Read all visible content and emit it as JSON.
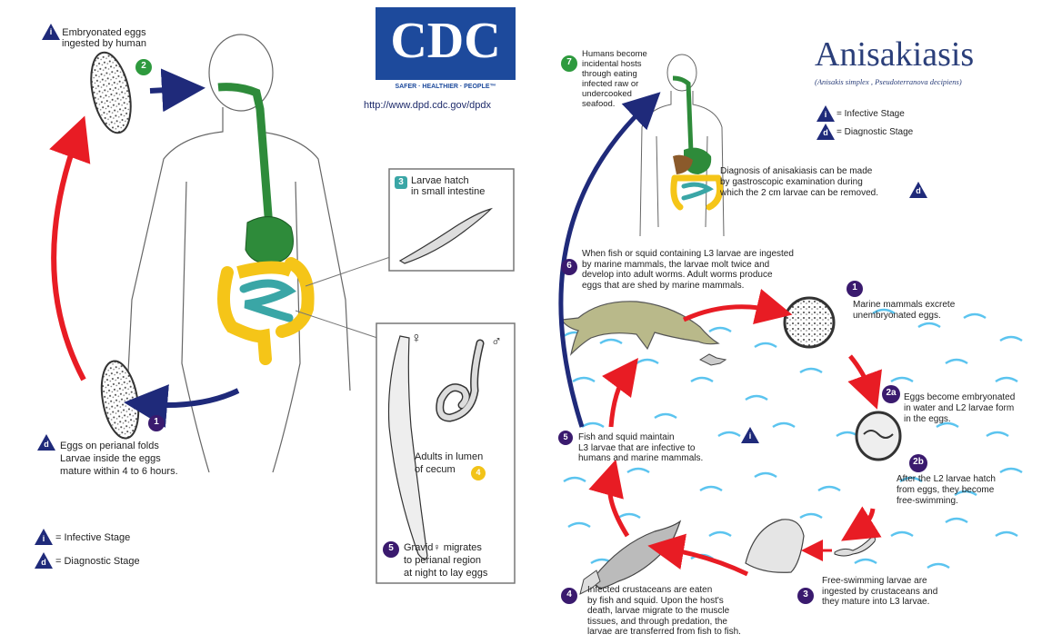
{
  "colors": {
    "red_arrow": "#e81c24",
    "blue_arrow": "#1f2a7a",
    "green_gut": "#2e8b3a",
    "yellow_gut": "#f5c518",
    "teal_gut": "#3aa6a6",
    "step_green": "#2e9a3e",
    "step_yellow": "#f2c318",
    "step_purple": "#3a1a6e",
    "title_navy": "#2b3f7a",
    "cdc_blue": "#1d4a9c"
  },
  "cdc_logo": {
    "text": "CDC",
    "tagline": "SAFER · HEALTHIER · PEOPLE™"
  },
  "url": "http://www.dpd.cdc.gov/dpdx",
  "left": {
    "step_i_badge": "i",
    "step_2_label": "Embryonated eggs\ningested by human",
    "step_2_num": "2",
    "step_3_num": "3",
    "step_3_label": "Larvae hatch\nin small intestine",
    "step_1_num": "1",
    "step_d_badge": "d",
    "step_1_label": "Eggs on perianal folds\nLarvae inside the eggs\nmature within 4 to 6 hours.",
    "female_symbol": "♀",
    "male_symbol": "♂",
    "step_4_label": "Adults in lumen\nof cecum",
    "step_4_num": "4",
    "step_5_num": "5",
    "step_5_label": "Gravid♀ migrates\nto perianal region\nat night to lay eggs",
    "legend_infective": "= Infective Stage",
    "legend_diagnostic": "= Diagnostic Stage"
  },
  "right": {
    "title": "Anisakiasis",
    "subtitle": "(Anisakis simplex , Pseudoterranova decipiens)",
    "legend_i": "i",
    "legend_d": "d",
    "legend_infective": "= Infective Stage",
    "legend_diagnostic": "= Diagnostic Stage",
    "step_7_num": "7",
    "step_7_label": "Humans become\nincidental hosts\nthrough eating\ninfected raw or\nundercooked\nseafood.",
    "diagnosis_text": "Diagnosis of anisakiasis can be made\nby gastroscopic examination during\nwhich the 2 cm larvae can be removed.",
    "diagnosis_badge": "d",
    "step_6_num": "6",
    "step_6_label": "When fish or squid containing L3 larvae are ingested\nby marine mammals, the larvae molt twice and\ndevelop into adult worms.  Adult worms produce\neggs that are shed by marine mammals.",
    "step_1_num": "1",
    "step_1_label": "Marine mammals excrete\nunembryonated eggs.",
    "step_2a_num": "2a",
    "step_2a_label": "Eggs become embryonated\nin water and L2 larvae form\nin the eggs.",
    "step_2b_num": "2b",
    "step_2b_label": "After the L2 larvae hatch\nfrom eggs, they become\nfree-swimming.",
    "step_5_num": "5",
    "step_5_label": "Fish and squid maintain\nL3 larvae that are infective to\nhumans and marine mammals.",
    "step_5_badge": "i",
    "step_3_num": "3",
    "step_3_label": "Free-swimming larvae are\ningested by crustaceans and\nthey mature into L3 larvae.",
    "step_4_num": "4",
    "step_4_label": "Infected crustaceans are eaten\nby fish and squid.  Upon the host's\ndeath, larvae migrate to the muscle\ntissues, and through predation, the\nlarvae are transferred from fish to fish."
  }
}
